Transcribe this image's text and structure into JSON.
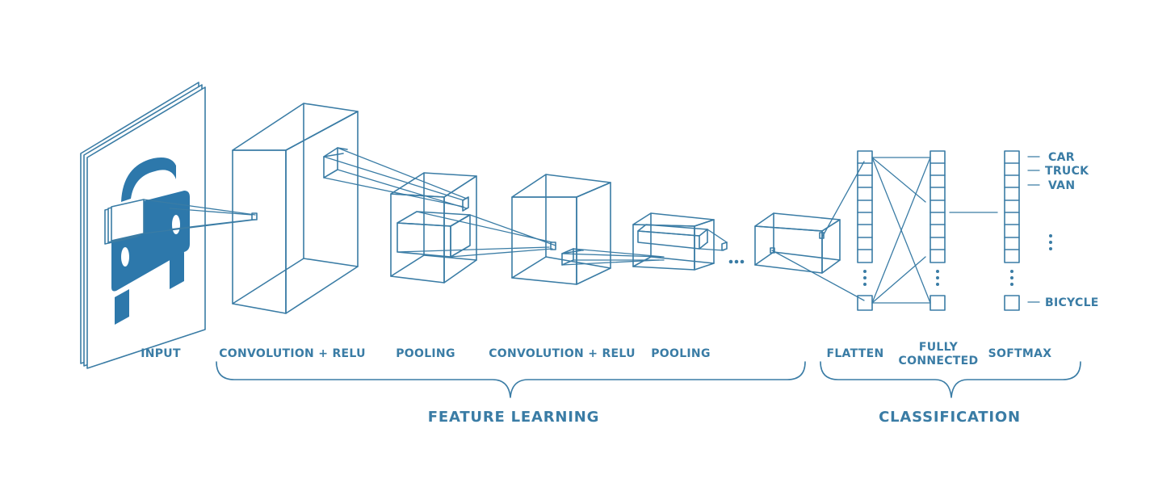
{
  "stages": {
    "input": "INPUT",
    "conv1": "CONVOLUTION + RELU",
    "pool1": "POOLING",
    "conv2": "CONVOLUTION + RELU",
    "pool2": "POOLING",
    "flatten": "FLATTEN",
    "fc_line1": "FULLY",
    "fc_line2": "CONNECTED",
    "softmax": "SOFTMAX"
  },
  "groups": {
    "feature_learning": "FEATURE LEARNING",
    "classification": "CLASSIFICATION"
  },
  "outputs": [
    "CAR",
    "TRUCK",
    "VAN",
    "BICYCLE"
  ],
  "ellipsis": "...",
  "colors": {
    "line": "#3a7ca5",
    "car": "#2d78ab",
    "background": "#ffffff"
  }
}
